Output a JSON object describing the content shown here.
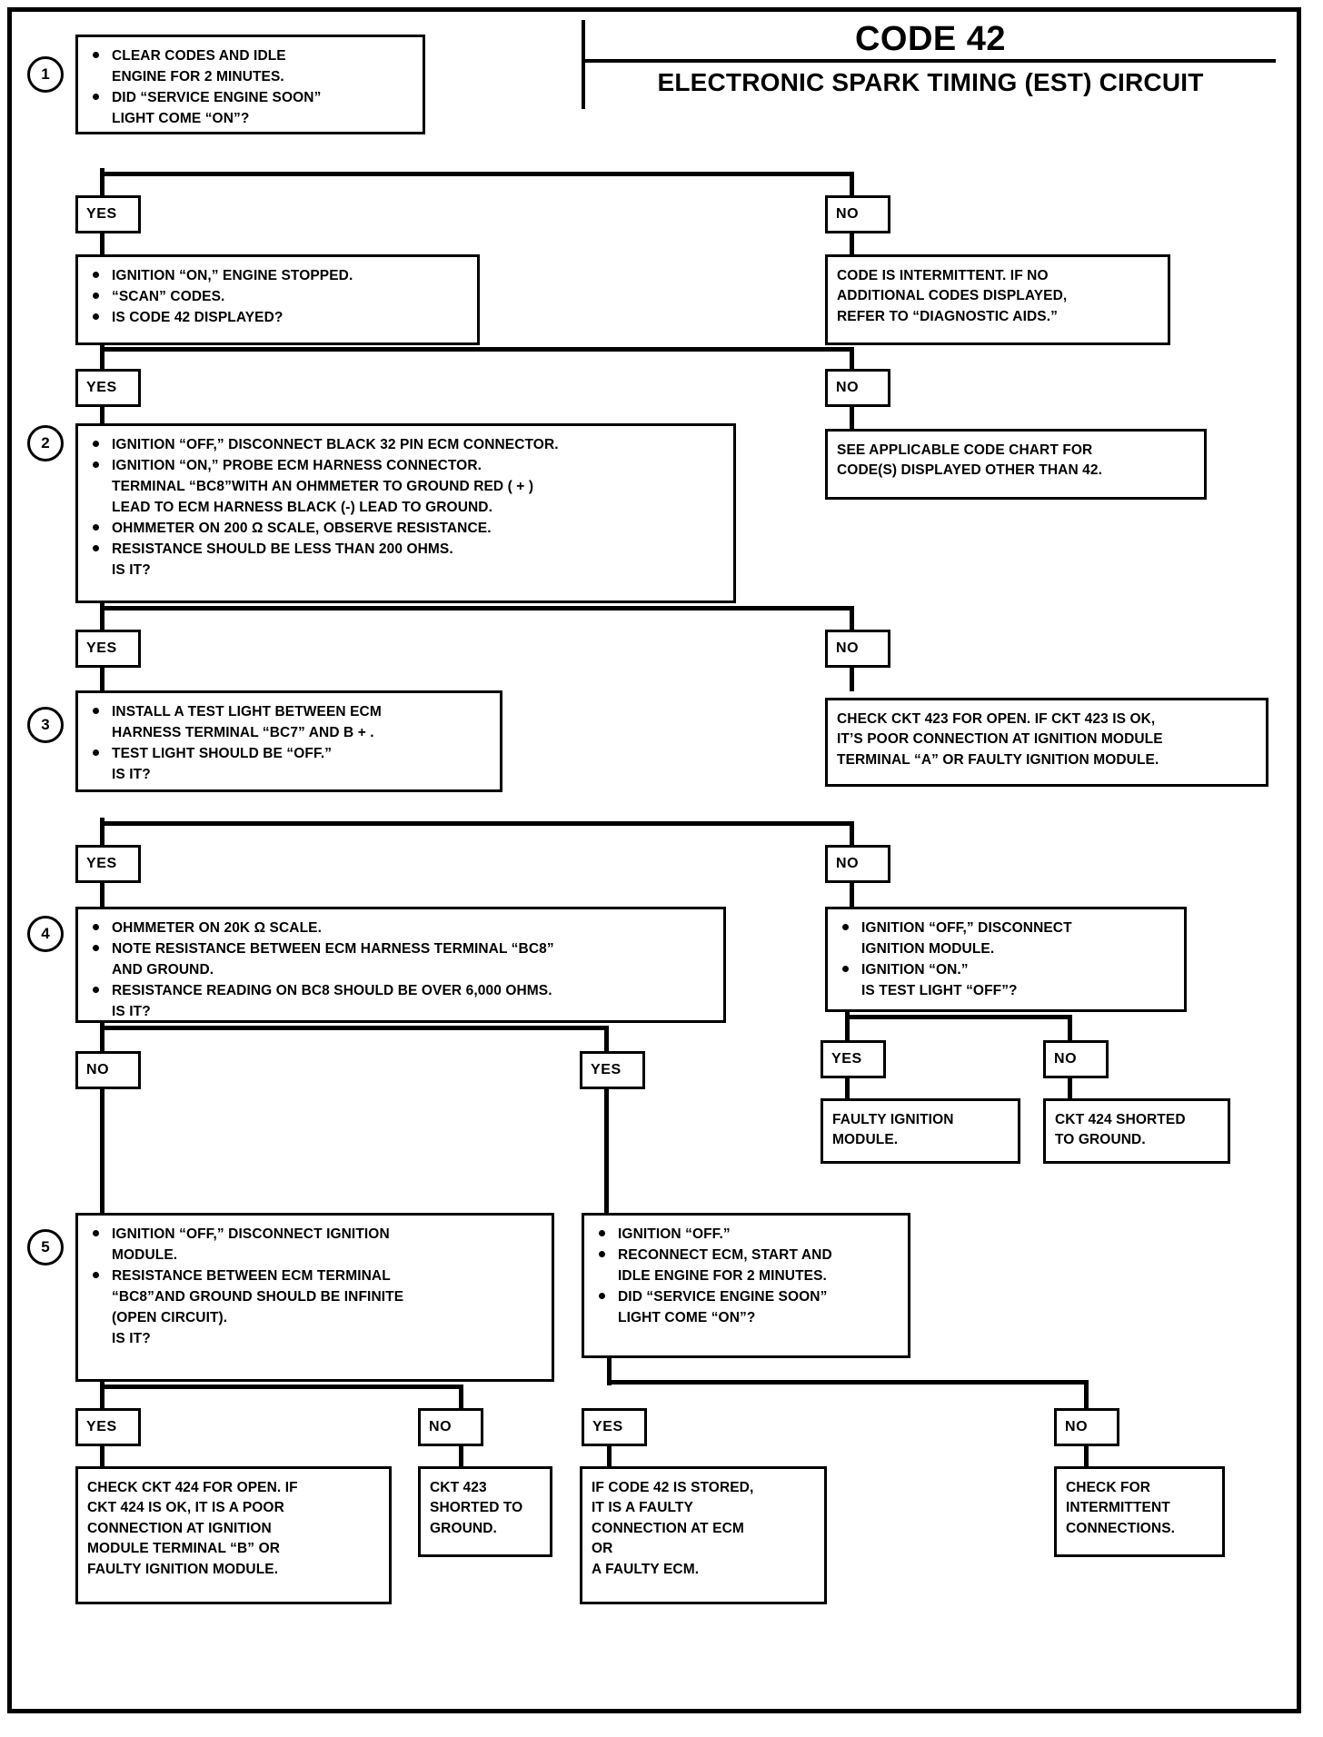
{
  "title": {
    "code": "CODE 42",
    "subtitle": "ELECTRONIC SPARK TIMING (EST) CIRCUIT"
  },
  "steps": {
    "s1": "1",
    "s2": "2",
    "s3": "3",
    "s4": "4",
    "s5": "5"
  },
  "labels": {
    "yes": "YES",
    "no": "NO"
  },
  "nodes": {
    "step1": {
      "lines": [
        {
          "bullet": true,
          "text": "CLEAR CODES AND IDLE"
        },
        {
          "bullet": false,
          "text": "ENGINE FOR 2 MINUTES."
        },
        {
          "bullet": true,
          "text": "DID “SERVICE ENGINE SOON”"
        },
        {
          "bullet": false,
          "text": "LIGHT COME “ON”?"
        }
      ]
    },
    "code_intermittent": {
      "lines": [
        {
          "bullet": false,
          "text": "CODE IS INTERMITTENT. IF NO"
        },
        {
          "bullet": false,
          "text": "ADDITIONAL CODES DISPLAYED,"
        },
        {
          "bullet": false,
          "text": "REFER TO “DIAGNOSTIC AIDS.”"
        }
      ]
    },
    "scan_codes": {
      "lines": [
        {
          "bullet": true,
          "text": "IGNITION “ON,” ENGINE STOPPED."
        },
        {
          "bullet": true,
          "text": "“SCAN” CODES."
        },
        {
          "bullet": true,
          "text": "IS CODE 42 DISPLAYED?"
        }
      ]
    },
    "other_codes": {
      "lines": [
        {
          "bullet": false,
          "text": "SEE APPLICABLE CODE CHART FOR"
        },
        {
          "bullet": false,
          "text": "CODE(S) DISPLAYED OTHER THAN 42."
        }
      ]
    },
    "step2": {
      "lines": [
        {
          "bullet": true,
          "text": "IGNITION “OFF,” DISCONNECT BLACK 32 PIN ECM CONNECTOR."
        },
        {
          "bullet": true,
          "text": "IGNITION “ON,”  PROBE ECM HARNESS CONNECTOR."
        },
        {
          "bullet": false,
          "text": "TERMINAL “BC8”WITH AN OHMMETER TO GROUND RED ( + )"
        },
        {
          "bullet": false,
          "text": "LEAD TO ECM HARNESS BLACK (-) LEAD TO GROUND."
        },
        {
          "bullet": true,
          "text": "OHMMETER ON 200 Ω SCALE,  OBSERVE RESISTANCE."
        },
        {
          "bullet": true,
          "text": "RESISTANCE SHOULD BE LESS THAN 200 OHMS."
        },
        {
          "bullet": false,
          "text": "IS IT?"
        }
      ]
    },
    "ckt423_open": {
      "lines": [
        {
          "bullet": false,
          "text": "CHECK CKT 423 FOR OPEN.  IF CKT 423 IS OK,"
        },
        {
          "bullet": false,
          "text": "IT’S POOR CONNECTION AT IGNITION MODULE"
        },
        {
          "bullet": false,
          "text": "TERMINAL “A” OR FAULTY IGNITION MODULE."
        }
      ]
    },
    "step3": {
      "lines": [
        {
          "bullet": true,
          "text": "INSTALL A TEST LIGHT BETWEEN ECM"
        },
        {
          "bullet": false,
          "text": "HARNESS TERMINAL “BC7” AND B + ."
        },
        {
          "bullet": true,
          "text": "TEST LIGHT SHOULD BE “OFF.”"
        },
        {
          "bullet": false,
          "text": "IS IT?"
        }
      ]
    },
    "step4": {
      "lines": [
        {
          "bullet": true,
          "text": "OHMMETER ON 20K  Ω SCALE."
        },
        {
          "bullet": true,
          "text": "NOTE RESISTANCE BETWEEN ECM HARNESS TERMINAL “BC8”"
        },
        {
          "bullet": false,
          "text": "AND GROUND."
        },
        {
          "bullet": true,
          "text": "RESISTANCE READING ON BC8 SHOULD BE OVER 6,000 OHMS."
        },
        {
          "bullet": false,
          "text": "IS IT?"
        }
      ]
    },
    "disconnect_ign_module": {
      "lines": [
        {
          "bullet": true,
          "text": "IGNITION “OFF,” DISCONNECT"
        },
        {
          "bullet": false,
          "text": "IGNITION MODULE."
        },
        {
          "bullet": true,
          "text": "IGNITION “ON.”"
        },
        {
          "bullet": false,
          "text": "IS TEST LIGHT “OFF”?"
        }
      ]
    },
    "faulty_ign_module": {
      "lines": [
        {
          "bullet": false,
          "text": "FAULTY IGNITION"
        },
        {
          "bullet": false,
          "text": "MODULE."
        }
      ]
    },
    "ckt424_shorted": {
      "lines": [
        {
          "bullet": false,
          "text": "CKT 424 SHORTED"
        },
        {
          "bullet": false,
          "text": "TO GROUND."
        }
      ]
    },
    "step5": {
      "lines": [
        {
          "bullet": true,
          "text": "IGNITION “OFF,” DISCONNECT IGNITION"
        },
        {
          "bullet": false,
          "text": "MODULE."
        },
        {
          "bullet": true,
          "text": "RESISTANCE BETWEEN ECM TERMINAL"
        },
        {
          "bullet": false,
          "text": "“BC8”AND GROUND SHOULD BE INFINITE"
        },
        {
          "bullet": false,
          "text": "(OPEN CIRCUIT)."
        },
        {
          "bullet": false,
          "text": "IS IT?"
        }
      ]
    },
    "reconnect_ecm": {
      "lines": [
        {
          "bullet": true,
          "text": "IGNITION “OFF.”"
        },
        {
          "bullet": true,
          "text": "RECONNECT ECM, START AND"
        },
        {
          "bullet": false,
          "text": "IDLE ENGINE FOR 2 MINUTES."
        },
        {
          "bullet": true,
          "text": "DID “SERVICE ENGINE SOON”"
        },
        {
          "bullet": false,
          "text": "LIGHT COME “ON”?"
        }
      ]
    },
    "ckt424_open": {
      "lines": [
        {
          "bullet": false,
          "text": "CHECK CKT 424 FOR OPEN.  IF"
        },
        {
          "bullet": false,
          "text": "CKT 424 IS OK, IT IS A POOR"
        },
        {
          "bullet": false,
          "text": "CONNECTION AT IGNITION"
        },
        {
          "bullet": false,
          "text": "MODULE TERMINAL “B” OR"
        },
        {
          "bullet": false,
          "text": "FAULTY IGNITION MODULE."
        }
      ]
    },
    "ckt423_shorted": {
      "lines": [
        {
          "bullet": false,
          "text": "CKT 423"
        },
        {
          "bullet": false,
          "text": "SHORTED TO"
        },
        {
          "bullet": false,
          "text": "GROUND."
        }
      ]
    },
    "code42_stored": {
      "lines": [
        {
          "bullet": false,
          "text": "IF CODE 42 IS STORED,"
        },
        {
          "bullet": false,
          "text": "IT IS A FAULTY"
        },
        {
          "bullet": false,
          "text": "CONNECTION AT ECM"
        },
        {
          "bullet": false,
          "text": "OR"
        },
        {
          "bullet": false,
          "text": "A FAULTY ECM."
        }
      ]
    },
    "intermittent_connections": {
      "lines": [
        {
          "bullet": false,
          "text": "CHECK FOR"
        },
        {
          "bullet": false,
          "text": "INTERMITTENT"
        },
        {
          "bullet": false,
          "text": "CONNECTIONS."
        }
      ]
    }
  }
}
